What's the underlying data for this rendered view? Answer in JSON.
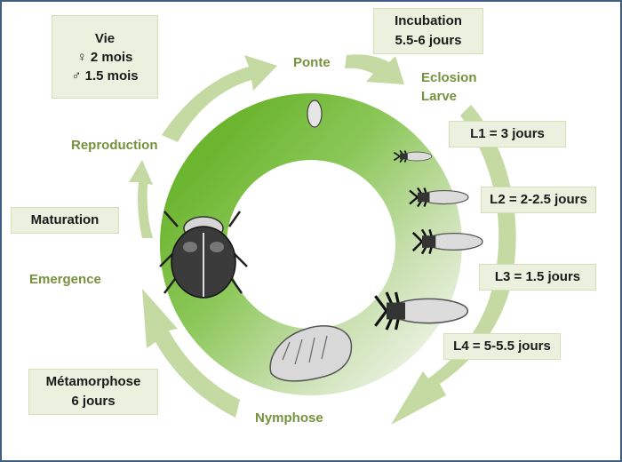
{
  "diagram": {
    "title": "Cycle de vie",
    "colors": {
      "ring_strong": "#7dc142",
      "ring_pale": "#e8f0de",
      "arrow": "#c5d9a3",
      "stage_label": "#76923c",
      "box_fill": "#ebf1de",
      "box_border": "#d3e2b6",
      "frame_border": "#3f5f80"
    },
    "stages": {
      "ponte": "Ponte",
      "eclosion": "Eclosion",
      "larve": "Larve",
      "nymphose": "Nymphose",
      "emergence": "Emergence",
      "reproduction": "Reproduction"
    },
    "boxes": {
      "vie": {
        "title": "Vie",
        "female_symbol": "♀",
        "female_value": "2 mois",
        "male_symbol": "♂",
        "male_value": "1.5 mois"
      },
      "incubation": {
        "line1": "Incubation",
        "line2": "5.5-6 jours"
      },
      "l1": "L1 = 3 jours",
      "l2": "L2 = 2-2.5 jours",
      "l3": "L3 = 1.5 jours",
      "l4": "L4 = 5-5.5 jours",
      "metamorphose": {
        "line1": "Métamorphose",
        "line2": "6 jours"
      },
      "maturation": "Maturation"
    },
    "illustrations": [
      "egg",
      "larva-l1",
      "larva-l2",
      "larva-l3",
      "larva-l4",
      "pupa",
      "adult-beetle"
    ]
  }
}
